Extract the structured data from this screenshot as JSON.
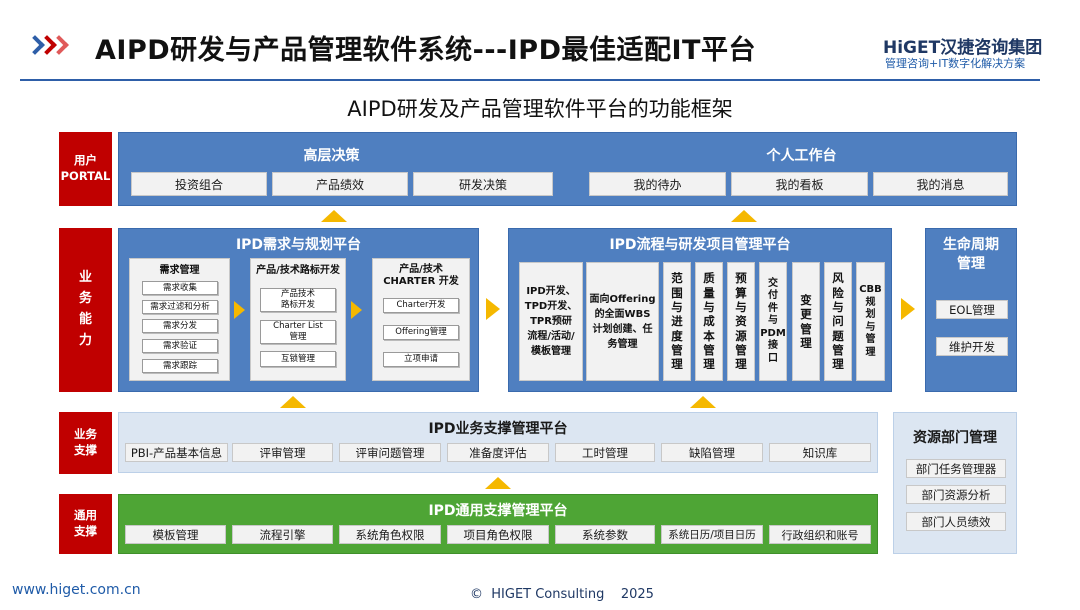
{
  "header": {
    "title": "AIPD研发与产品管理软件系统---IPD最佳适配IT平台",
    "logo_title": "HiGET汉捷咨询集团",
    "logo_subtitle": "管理咨询+IT数字化解决方案",
    "chevron_colors": [
      "#2e5ea8",
      "#c00000",
      "#e05a5a"
    ]
  },
  "subtitle": "AIPD研发及产品管理软件平台的功能框架",
  "rows": {
    "portal": {
      "label_line1": "用户",
      "label_line2": "PORTAL"
    },
    "business": {
      "label": [
        "业",
        "务",
        "能",
        "力"
      ]
    },
    "support": {
      "label_line1": "业务",
      "label_line2": "支撑"
    },
    "common": {
      "label_line1": "通用",
      "label_line2": "支撑"
    }
  },
  "portal": {
    "executive": {
      "title": "高层决策",
      "items": [
        "投资组合",
        "产品绩效",
        "研发决策"
      ]
    },
    "personal": {
      "title": "个人工作台",
      "items": [
        "我的待办",
        "我的看板",
        "我的消息"
      ]
    }
  },
  "requirements": {
    "title": "IPD需求与规划平台",
    "demand": {
      "title": "需求管理",
      "items": [
        "需求收集",
        "需求过滤和分析",
        "需求分发",
        "需求验证",
        "需求跟踪"
      ]
    },
    "roadmap": {
      "title": "产品/技术路标开发",
      "items": [
        "产品技术\n路标开发",
        "Charter List\n管理",
        "互锁管理"
      ]
    },
    "charter": {
      "title_line1": "产品/技术",
      "title_line2": "CHARTER 开发",
      "items": [
        "Charter开发",
        "Offering管理",
        "立项申请"
      ]
    }
  },
  "process": {
    "title": "IPD流程与研发项目管理平台",
    "wide_items": [
      "IPD开发、\nTPD开发、\nTPR预研\n流程/活动/\n模板管理",
      "面向Offering\n的全面WBS\n计划创建、任\n务管理"
    ],
    "narrow_items": [
      "范\n围\n与\n进\n度\n管\n理",
      "质\n量\n与\n成\n本\n管\n理",
      "预\n算\n与\n资\n源\n管\n理",
      "交\n付\n件\n与\nPDM\n接\n口",
      "变\n更\n管\n理",
      "风\n险\n与\n问\n题\n管\n理",
      "CBB\n规\n划\n与\n管\n理"
    ]
  },
  "lifecycle": {
    "title": "生命周期\n管理",
    "items": [
      "EOL管理",
      "维护开发"
    ]
  },
  "business_support": {
    "title": "IPD业务支撑管理平台",
    "items": [
      "PBI-产品基本信息",
      "评审管理",
      "评审问题管理",
      "准备度评估",
      "工时管理",
      "缺陷管理",
      "知识库"
    ]
  },
  "resource": {
    "title": "资源部门管理",
    "items": [
      "部门任务管理器",
      "部门资源分析",
      "部门人员绩效"
    ]
  },
  "common_support": {
    "title": "IPD通用支撑管理平台",
    "items": [
      "模板管理",
      "流程引擎",
      "系统角色权限",
      "项目角色权限",
      "系统参数",
      "系统日历/项目日历",
      "行政组织和账号"
    ]
  },
  "colors": {
    "brand_red": "#c00000",
    "panel_blue": "#4f7fc0",
    "panel_light": "#dce6f2",
    "panel_green": "#4ea535",
    "arrow_yellow": "#f5b800"
  },
  "footer": {
    "url": "www.higet.com.cn",
    "copyright": "©  HIGET Consulting    2025"
  }
}
